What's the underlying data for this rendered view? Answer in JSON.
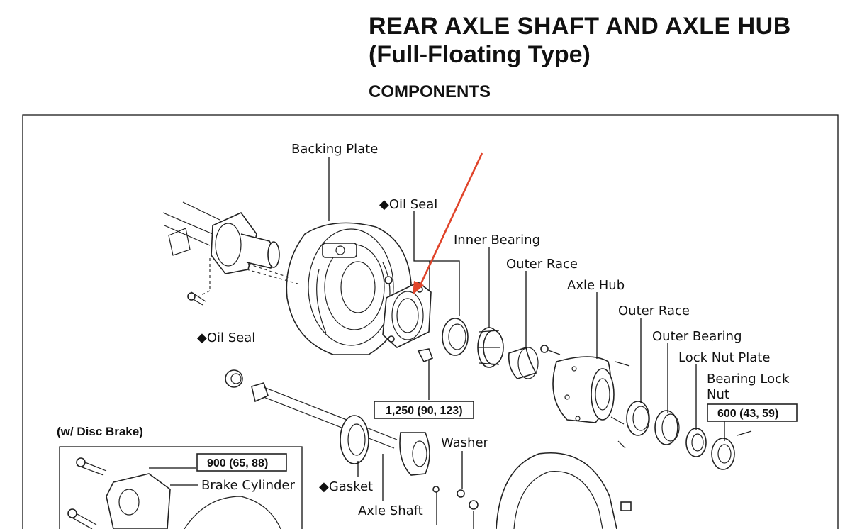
{
  "header": {
    "title_line1": "REAR AXLE SHAFT AND AXLE HUB",
    "title_line2": "(Full-Floating Type)",
    "section": "COMPONENTS"
  },
  "labels": {
    "backing_plate": "Backing Plate",
    "oil_seal_top": "◆Oil Seal",
    "inner_bearing": "Inner Bearing",
    "outer_race_1": "Outer Race",
    "axle_hub": "Axle Hub",
    "outer_race_2": "Outer Race",
    "outer_bearing": "Outer Bearing",
    "lock_nut_plate": "Lock Nut Plate",
    "bearing_lock_nut_1": "Bearing Lock",
    "bearing_lock_nut_2": "Nut",
    "oil_seal_left": "◆Oil Seal",
    "washer": "Washer",
    "gasket": "◆Gasket",
    "axle_shaft": "Axle Shaft",
    "disc_brake": "(w/ Disc Brake)",
    "brake_cylinder": "Brake Cylinder"
  },
  "torques": {
    "t1250": "1,250 (90, 123)",
    "t600": "600 (43, 59)",
    "t900": "900 (65, 88)"
  },
  "colors": {
    "arrow": "#e0442a",
    "ink": "#111111"
  }
}
